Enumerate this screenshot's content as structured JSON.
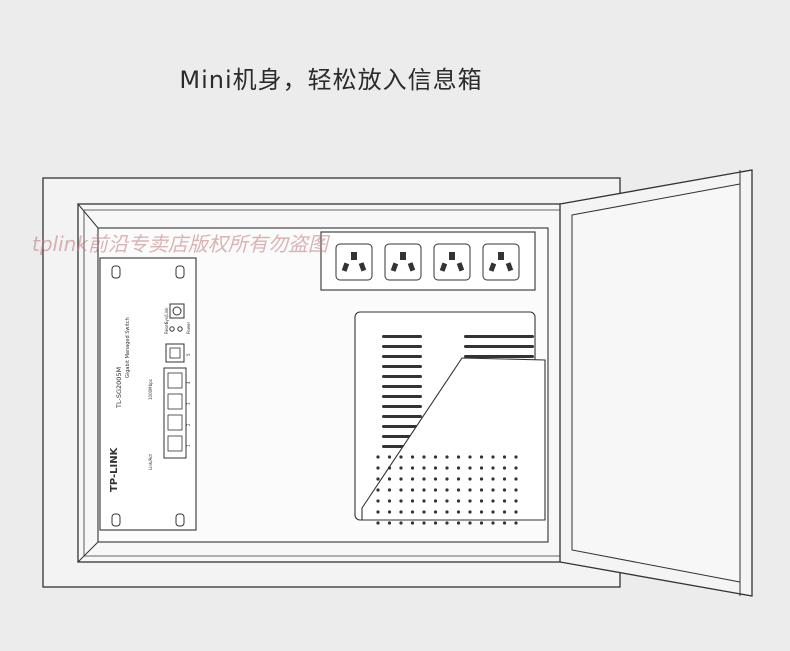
{
  "headline": "Mini机身，轻松放入信息箱",
  "watermark": "tplink前沿专卖店版权所有勿盗图",
  "switch": {
    "brand": "TP-LINK",
    "model": "TL-SG2005M",
    "subtitle": "Gigabit Managed Switch",
    "port_numbers": [
      "1",
      "2",
      "3",
      "4",
      "5"
    ],
    "labels": {
      "power": "Power",
      "reset": "Reset",
      "system": "Sys/Link",
      "link_act": "Link/Act",
      "speed": "1000Mbps"
    }
  },
  "outlet_count": 4
}
